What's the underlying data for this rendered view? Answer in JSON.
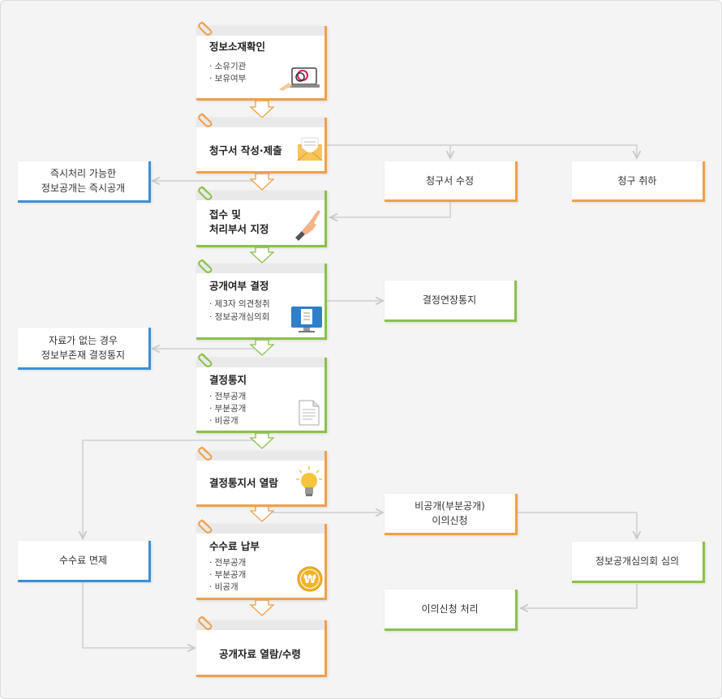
{
  "steps": [
    {
      "title": "정보소재확인",
      "items": [
        "· 소유기관",
        "· 보유여부"
      ]
    },
    {
      "title": "청구서 작성·제출",
      "items": []
    },
    {
      "title_line1": "접수 및",
      "title_line2": "처리부서 지정",
      "items": []
    },
    {
      "title": "공개여부 결정",
      "items": [
        "· 제3자 의견청취",
        "· 정보공개심의회"
      ]
    },
    {
      "title": "결정통지",
      "items": [
        "· 전부공개",
        "· 부분공개",
        "· 비공개"
      ]
    },
    {
      "title": "결정통지서 열람",
      "items": []
    },
    {
      "title": "수수료 납부",
      "items": [
        "· 전부공개",
        "· 부분공개",
        "· 비공개"
      ]
    },
    {
      "title": "공개자료 열람/수령",
      "items": []
    }
  ],
  "side": {
    "immediate_line1": "즉시처리 가능한",
    "immediate_line2": "정보공개는 즉시공개",
    "amend": "청구서 수정",
    "withdraw": "청구 취하",
    "extension": "결정연장통지",
    "absent_line1": "자료가 없는 경우",
    "absent_line2": "정보부존재 결정통지",
    "objection_line1": "비공개(부분공개)",
    "objection_line2": "이의신청",
    "committee": "정보공개심의회 심의",
    "objection_process": "이의신청 처리",
    "fee_waiver": "수수료 면제"
  },
  "colors": {
    "orange": "#f0a04b",
    "green": "#8bc14a",
    "blue": "#3a8fd8",
    "line": "#c8c8c8"
  },
  "icons": [
    "paperclip-icon",
    "laptop-magnifier-icon",
    "envelope-icon",
    "pointing-hand-icon",
    "monitor-document-icon",
    "document-icon",
    "light-bulb-icon",
    "won-coin-icon"
  ]
}
